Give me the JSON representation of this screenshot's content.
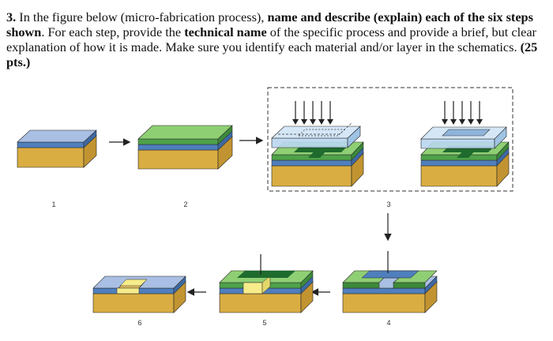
{
  "question": {
    "number": "3.",
    "t1": " In the figure below (micro-fabrication process), ",
    "b1": "name and describe (explain) each of the six steps shown",
    "t2": ".  For each step, provide the ",
    "b2": "technical name",
    "t3": " of the specific process and provide a brief, but clear explanation of how it is made. Make sure you identify each material and/or layer in the schematics. ",
    "b3": "(25 pts.)"
  },
  "figure": {
    "step_labels": [
      "1",
      "2",
      "3",
      "4",
      "5",
      "6"
    ],
    "colors": {
      "substrate_top": "#e9c562",
      "substrate_front": "#d9ad42",
      "substrate_side": "#c29431",
      "oxide": "#4f7fbd",
      "oxide_top": "#a9bfe3",
      "resist": "#4fa24a",
      "resist_top": "#8fcf74",
      "dark_green": "#1f6b2e",
      "mask": "#b9d6ef",
      "opening": "#f6ec8a",
      "outline": "#222222"
    }
  }
}
